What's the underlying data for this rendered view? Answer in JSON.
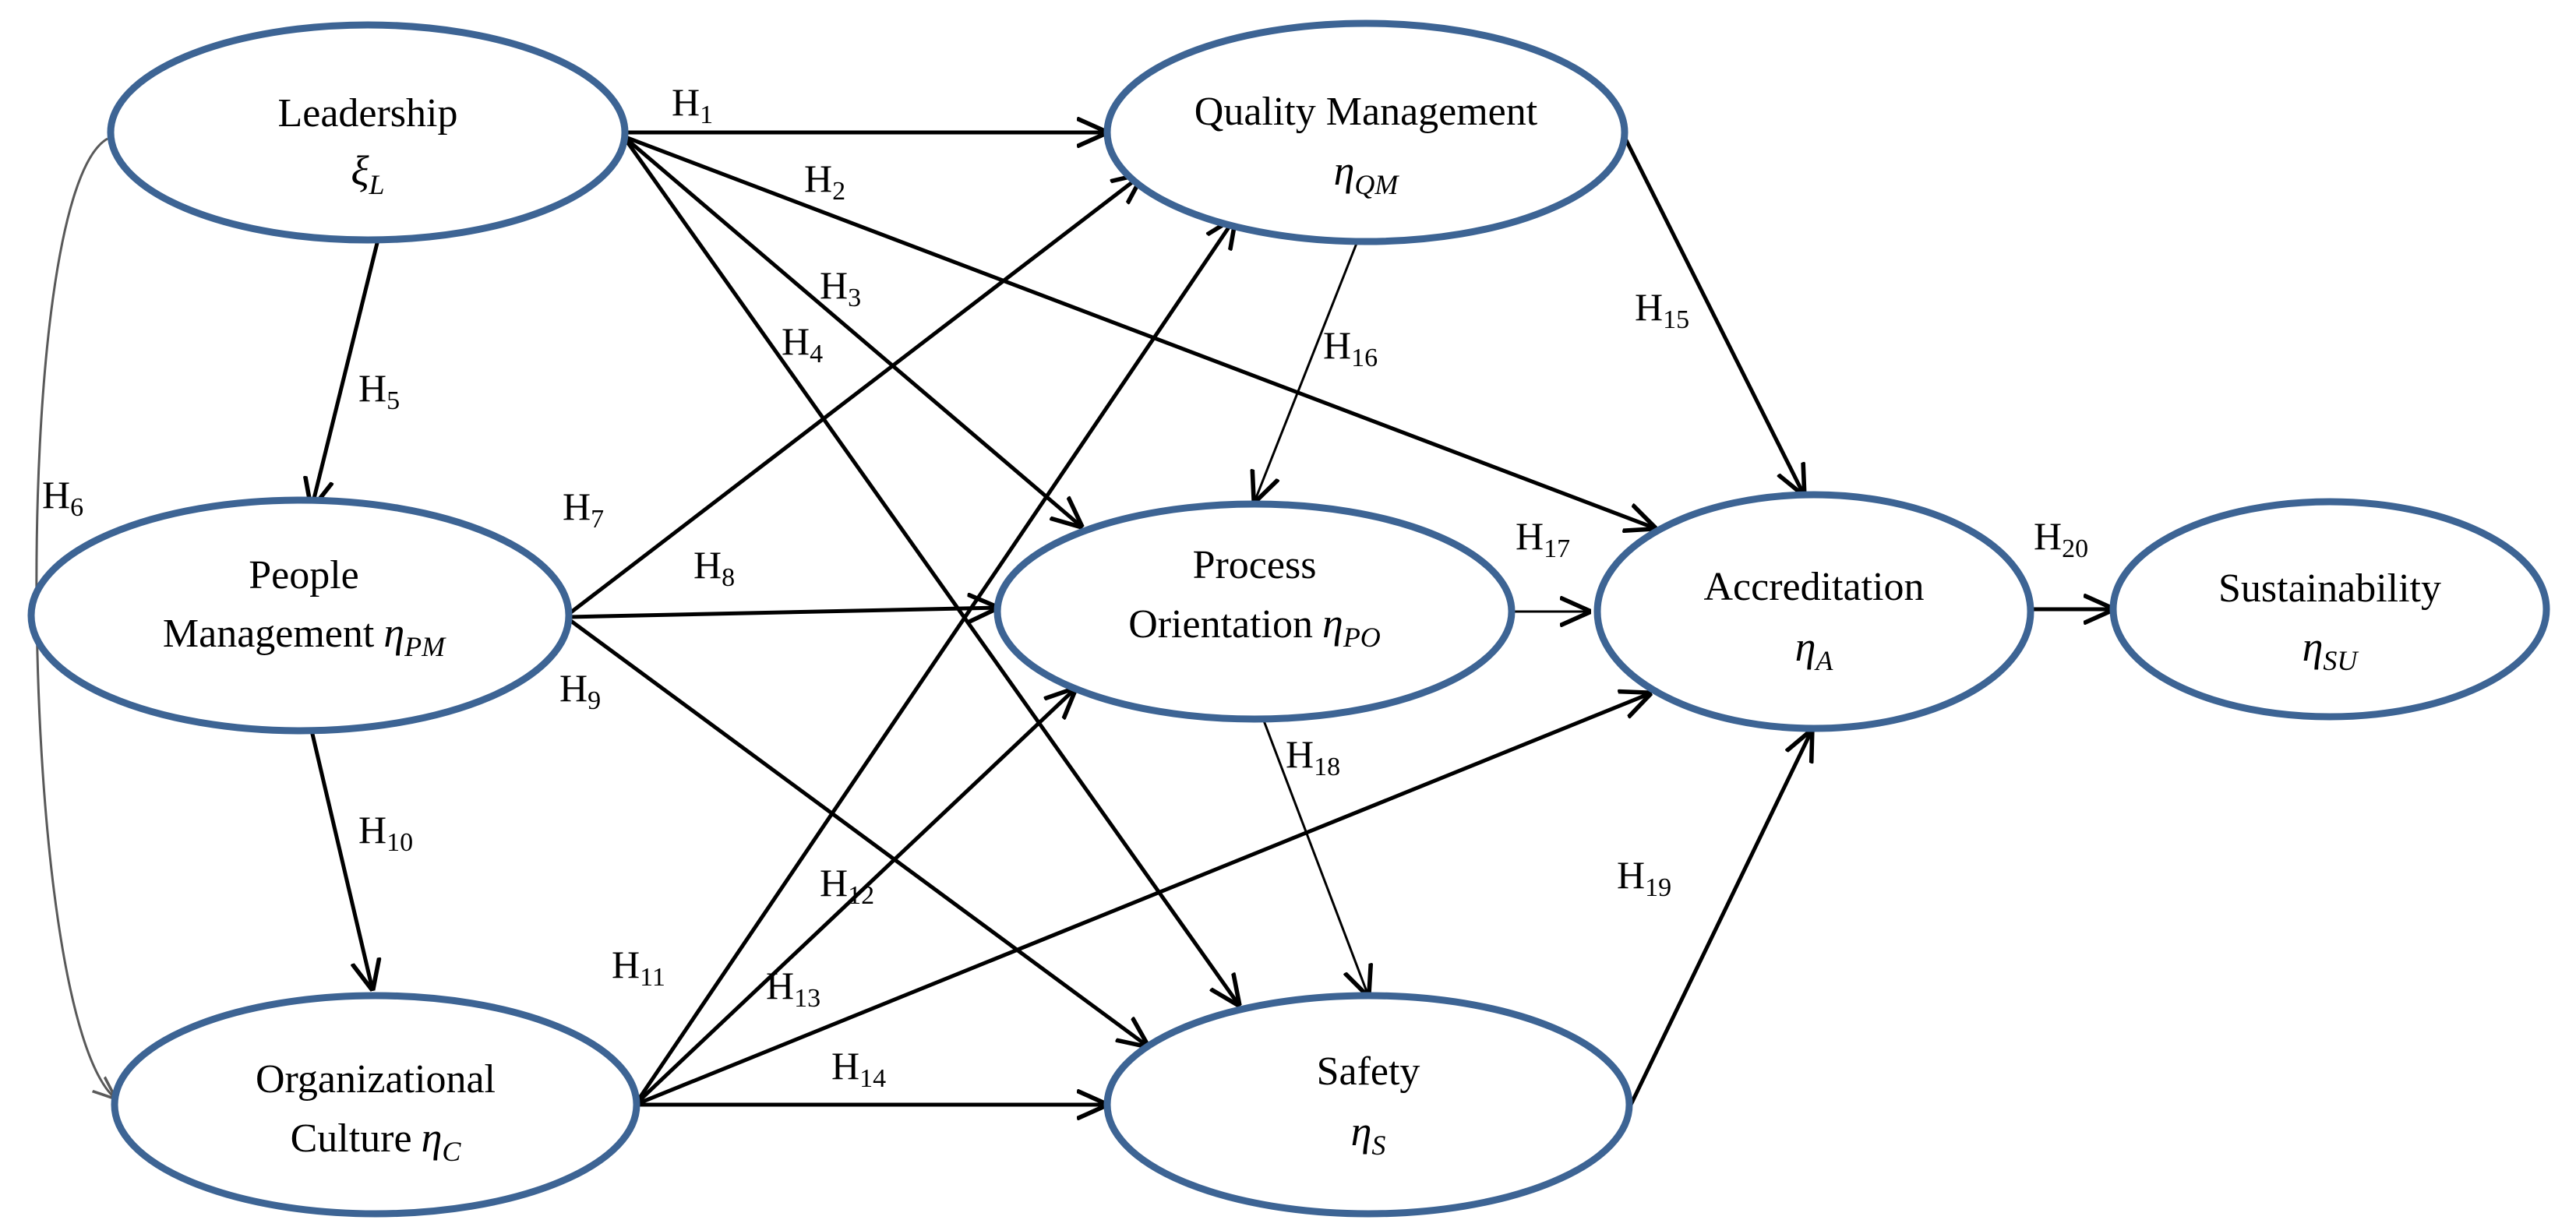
{
  "nodes": {
    "leadership": {
      "name": "Leadership",
      "symbol": "ξ",
      "sub": "L"
    },
    "quality_management": {
      "name": "Quality Management",
      "symbol": "η",
      "sub": "QM"
    },
    "people_management": {
      "line1": "People",
      "line2": "Management",
      "symbol": "η",
      "sub": "PM"
    },
    "process_orientation": {
      "line1": "Process",
      "line2": "Orientation",
      "symbol": "η",
      "sub": "PO"
    },
    "accreditation": {
      "name": "Accreditation",
      "symbol": "η",
      "sub": "A"
    },
    "sustainability": {
      "name": "Sustainability",
      "symbol": "η",
      "sub": "SU"
    },
    "organizational_culture": {
      "line1": "Organizational",
      "line2": "Culture",
      "symbol": "η",
      "sub": "C"
    },
    "safety": {
      "name": "Safety",
      "symbol": "η",
      "sub": "S"
    }
  },
  "hypotheses": [
    {
      "id": "h1",
      "letter": "H",
      "num": "1",
      "from": "Leadership",
      "to": "Quality Management"
    },
    {
      "id": "h2",
      "letter": "H",
      "num": "2",
      "from": "Leadership",
      "to": "Accreditation"
    },
    {
      "id": "h3",
      "letter": "H",
      "num": "3",
      "from": "Leadership",
      "to": "Process Orientation"
    },
    {
      "id": "h4",
      "letter": "H",
      "num": "4",
      "from": "Leadership",
      "to": "Safety"
    },
    {
      "id": "h5",
      "letter": "H",
      "num": "5",
      "from": "Leadership",
      "to": "People Management"
    },
    {
      "id": "h6",
      "letter": "H",
      "num": "6",
      "from": "Leadership",
      "to": "Organizational Culture"
    },
    {
      "id": "h7",
      "letter": "H",
      "num": "7",
      "from": "People Management",
      "to": "Quality Management"
    },
    {
      "id": "h8",
      "letter": "H",
      "num": "8",
      "from": "People Management",
      "to": "Process Orientation"
    },
    {
      "id": "h9",
      "letter": "H",
      "num": "9",
      "from": "People Management",
      "to": "Safety"
    },
    {
      "id": "h10",
      "letter": "H",
      "num": "10",
      "from": "People Management",
      "to": "Organizational Culture"
    },
    {
      "id": "h11",
      "letter": "H",
      "num": "11",
      "from": "Organizational Culture",
      "to": "Quality Management"
    },
    {
      "id": "h12",
      "letter": "H",
      "num": "12",
      "from": "Organizational Culture",
      "to": "Process Orientation"
    },
    {
      "id": "h13",
      "letter": "H",
      "num": "13",
      "from": "Organizational Culture",
      "to": "Accreditation"
    },
    {
      "id": "h14",
      "letter": "H",
      "num": "14",
      "from": "Organizational Culture",
      "to": "Safety"
    },
    {
      "id": "h15",
      "letter": "H",
      "num": "15",
      "from": "Quality Management",
      "to": "Accreditation"
    },
    {
      "id": "h16",
      "letter": "H",
      "num": "16",
      "from": "Quality Management",
      "to": "Process Orientation"
    },
    {
      "id": "h17",
      "letter": "H",
      "num": "17",
      "from": "Process Orientation",
      "to": "Accreditation"
    },
    {
      "id": "h18",
      "letter": "H",
      "num": "18",
      "from": "Process Orientation",
      "to": "Safety"
    },
    {
      "id": "h19",
      "letter": "H",
      "num": "19",
      "from": "Safety",
      "to": "Accreditation"
    },
    {
      "id": "h20",
      "letter": "H",
      "num": "20",
      "from": "Accreditation",
      "to": "Sustainability"
    }
  ],
  "colors": {
    "node_stroke": "#3d6494",
    "arrow": "#000000",
    "curved_arrow": "#595959"
  }
}
